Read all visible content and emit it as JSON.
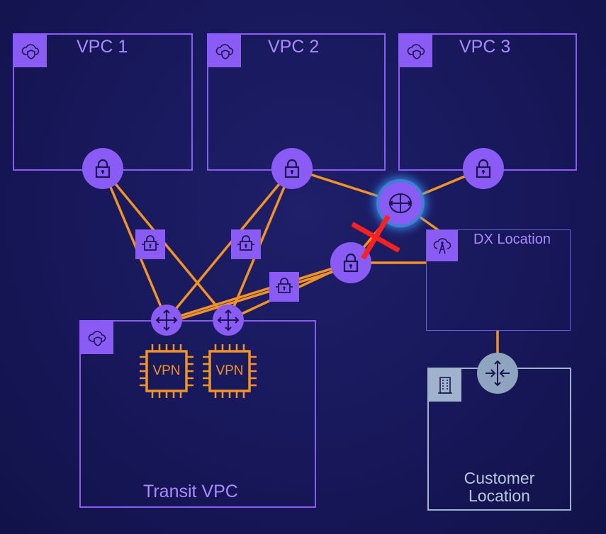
{
  "vpcs": [
    {
      "label": "VPC 1"
    },
    {
      "label": "VPC 2"
    },
    {
      "label": "VPC 3"
    }
  ],
  "dx": {
    "label": "DX Location"
  },
  "customer": {
    "label_line1": "Customer",
    "label_line2": "Location"
  },
  "transit": {
    "label": "Transit VPC"
  },
  "chips": [
    {
      "label": "VPN"
    },
    {
      "label": "VPN"
    }
  ],
  "colors": {
    "background": "#17175a",
    "purple": "#8a5cf5",
    "orange": "#f39324",
    "gray": "#9fb4cc",
    "failure": "#ff2020"
  },
  "icons": {
    "vpc": "cloud-shield-icon",
    "vpn_gateway": "lock-icon",
    "vpn_connection": "vpn-tunnel-icon",
    "router": "router-arrows-icon",
    "direct_connect": "direct-connect-icon",
    "dx_location": "dx-tower-icon",
    "customer": "building-icon",
    "customer_router": "customer-router-icon",
    "vpn_instance": "vpn-chip-icon",
    "failure": "red-x-icon"
  }
}
